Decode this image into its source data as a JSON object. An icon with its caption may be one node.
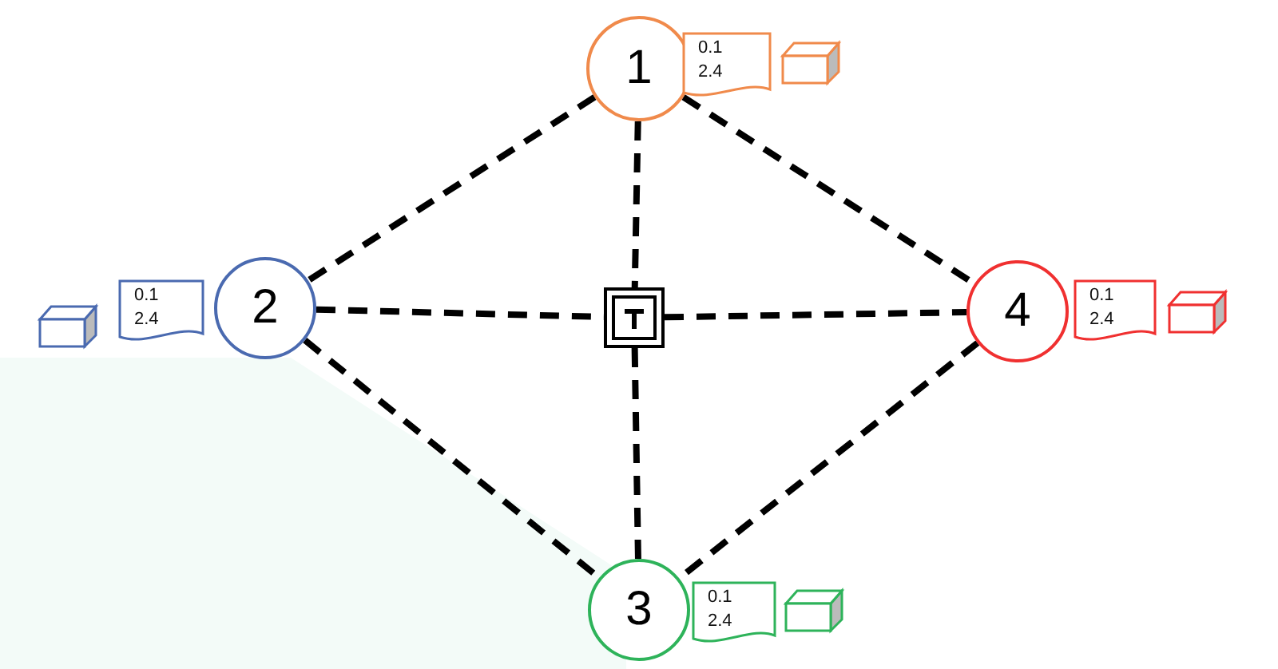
{
  "diagram": {
    "nodes": [
      {
        "text": [
          "1"
        ]
      },
      {
        "text": [
          "0.1",
          "2.4"
        ]
      },
      {
        "text": [
          "0.1",
          "2.4"
        ]
      },
      {
        "text": [
          "2"
        ]
      },
      {
        "text": [],
        "shape": "box"
      },
      {
        "text": [
          "4"
        ]
      },
      {
        "text": [
          "0.1",
          "2.4"
        ]
      },
      {
        "text": [
          "3"
        ]
      },
      {
        "text": [
          "0.1",
          "2.4"
        ]
      }
    ],
    "edges": [
      {
        "from": 0,
        "to": 3,
        "arrow": "none",
        "style": "dashed"
      },
      {
        "from": 0,
        "to": 5,
        "arrow": "none",
        "style": "dashed"
      },
      {
        "from": 0,
        "to": 4,
        "arrow": "none",
        "style": "dashed"
      },
      {
        "from": 3,
        "to": 4,
        "arrow": "none",
        "style": "dashed"
      },
      {
        "from": 4,
        "to": 5,
        "arrow": "none",
        "style": "dashed"
      },
      {
        "from": 4,
        "to": 7,
        "arrow": "none",
        "style": "dashed"
      },
      {
        "from": 3,
        "to": 7,
        "arrow": "none",
        "style": "dashed"
      },
      {
        "from": 5,
        "to": 7,
        "arrow": "none",
        "style": "dashed"
      }
    ]
  }
}
